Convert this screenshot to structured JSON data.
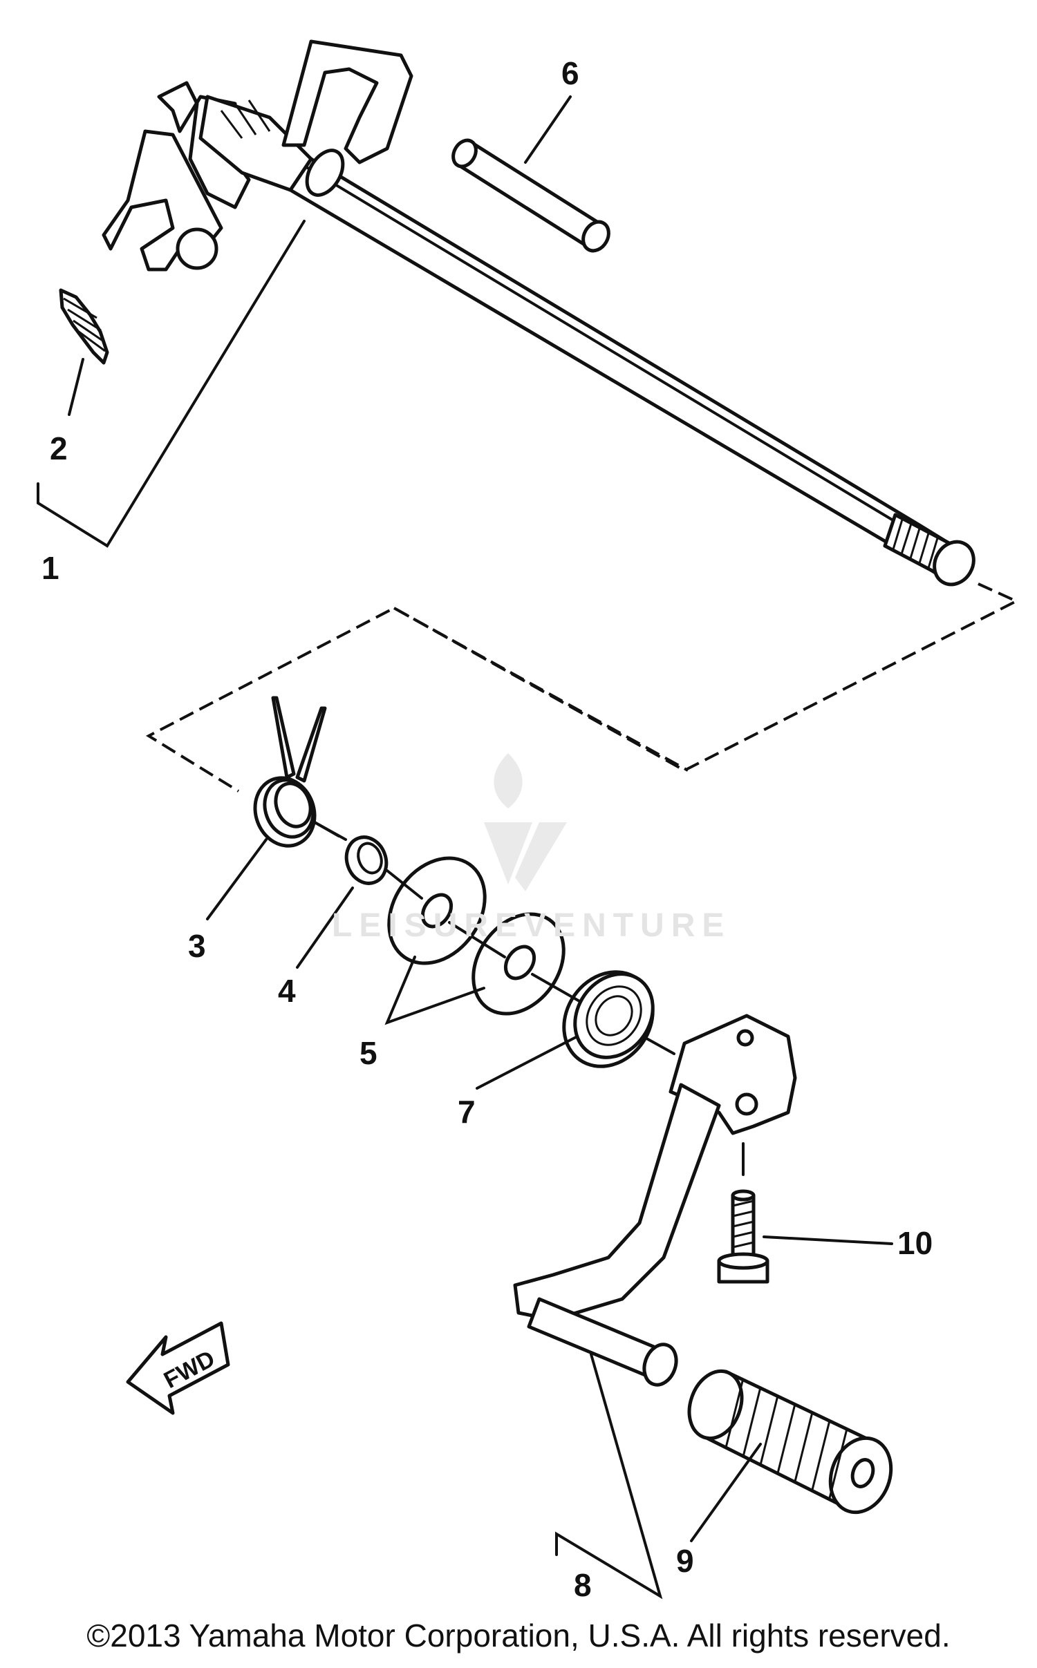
{
  "diagram": {
    "callouts": [
      "1",
      "2",
      "3",
      "4",
      "5",
      "6",
      "7",
      "8",
      "9",
      "10"
    ],
    "direction_arrow": "FWD",
    "watermark": "LEISUREVENTURE"
  },
  "footer": {
    "copyright": "©2013 Yamaha Motor Corporation, U.S.A. All rights reserved."
  }
}
